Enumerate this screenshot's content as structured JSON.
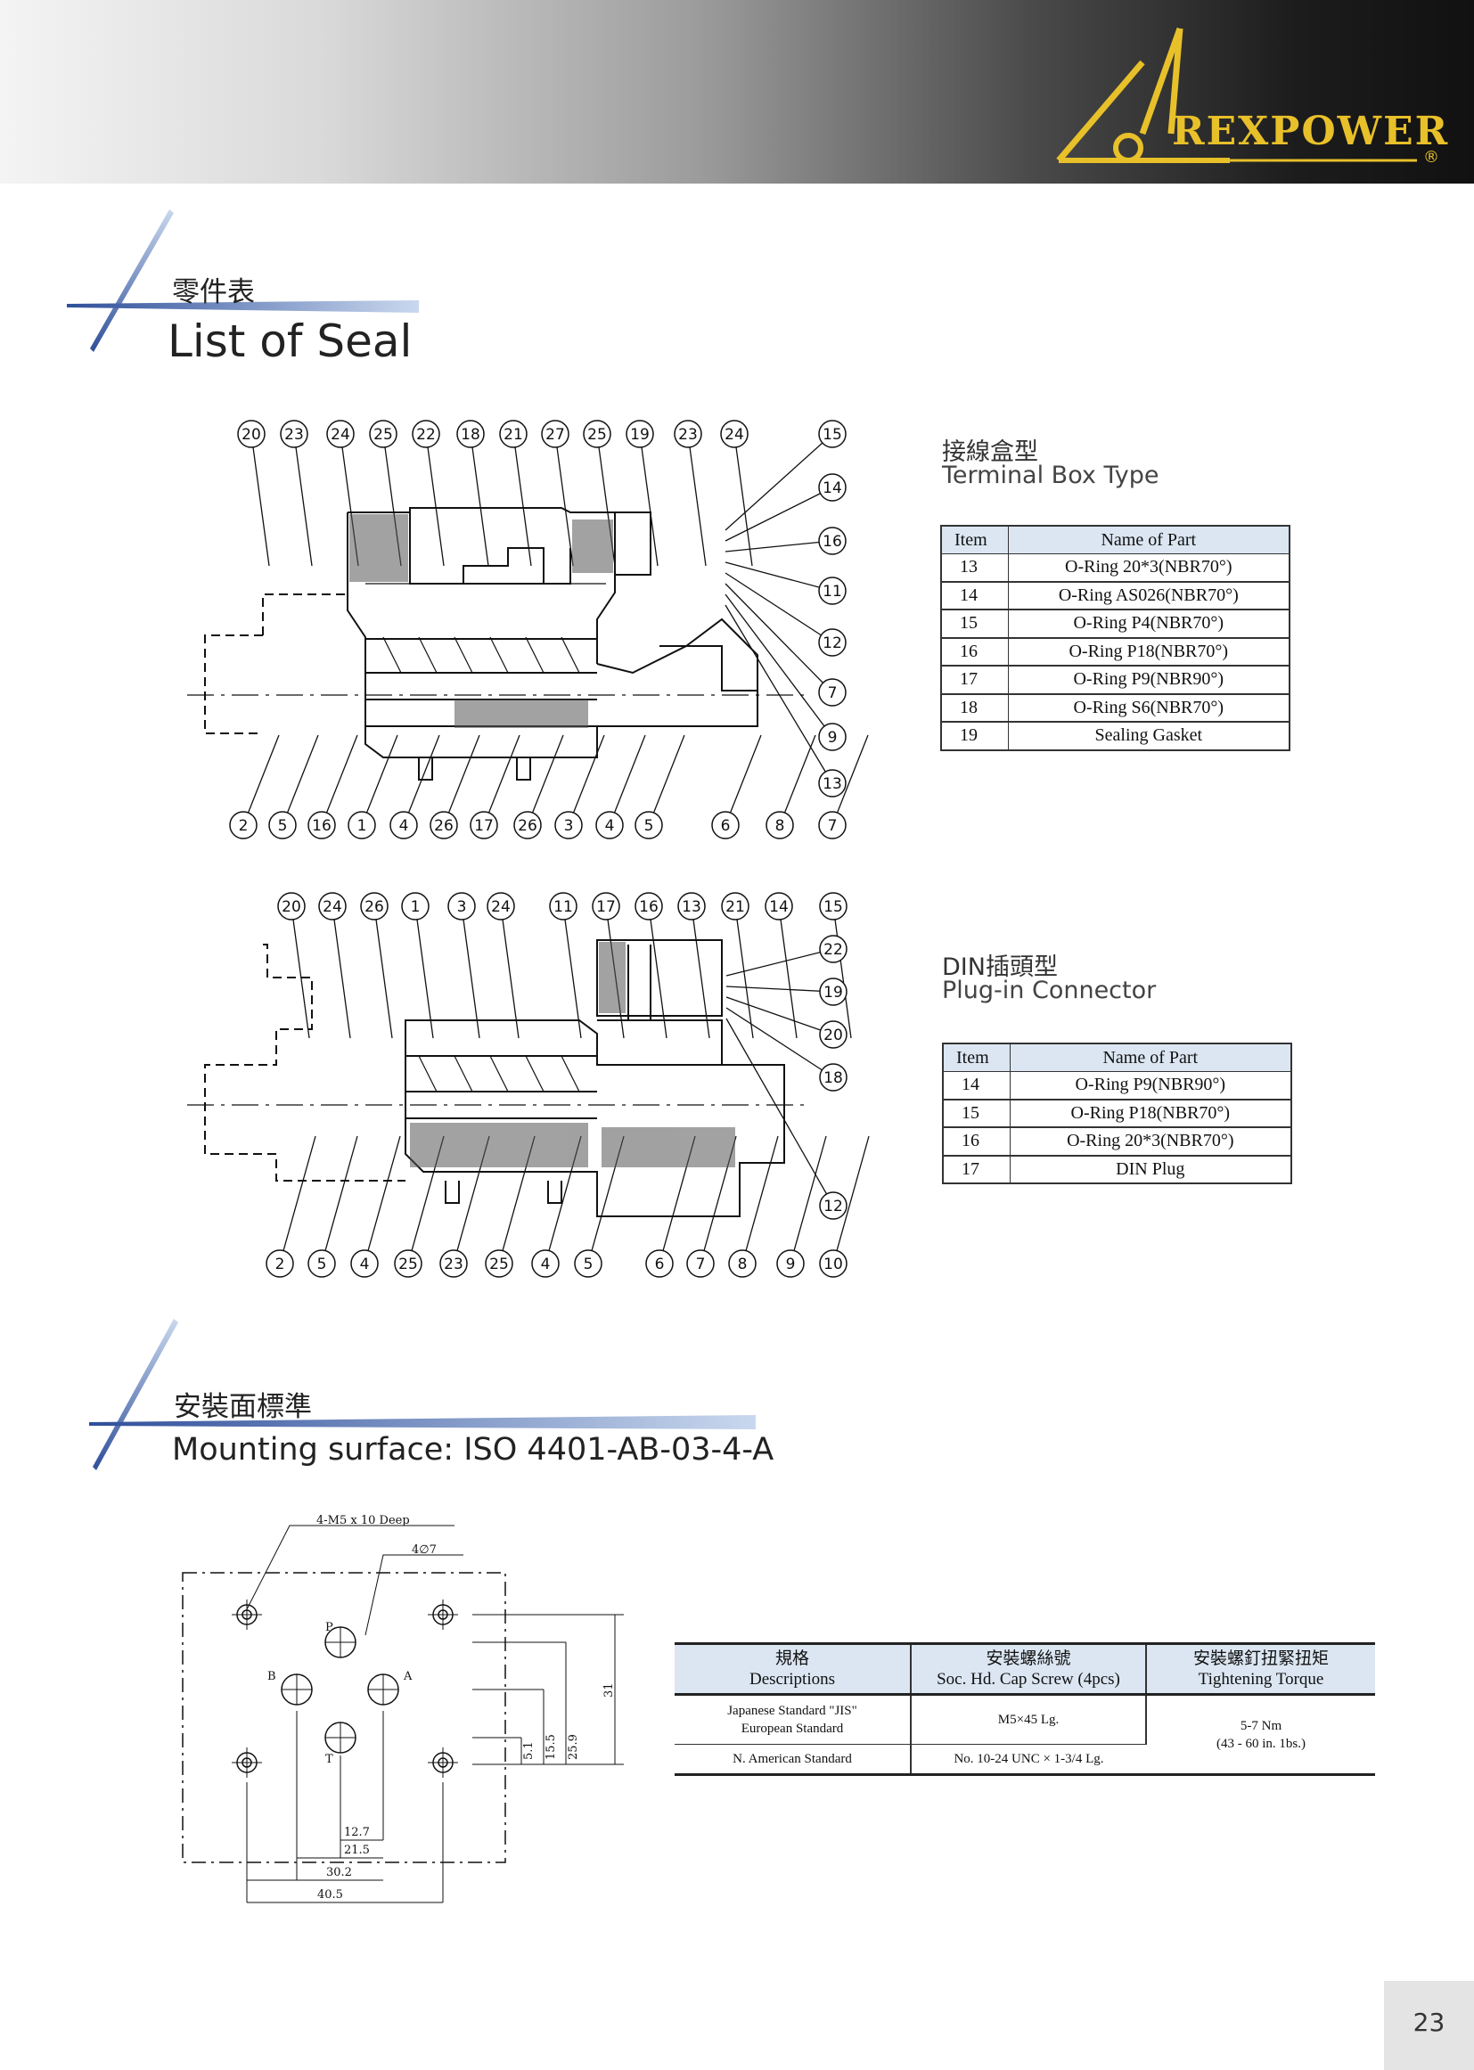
{
  "brand": {
    "name": "REXPOWER",
    "reg": "®",
    "accent": "#e8c02a"
  },
  "seal_section": {
    "title_zh": "零件表",
    "title_en": "List of Seal"
  },
  "terminal_box": {
    "title_zh": "接線盒型",
    "title_en": "Terminal Box Type",
    "headers": [
      "Item",
      "Name of Part"
    ],
    "rows": [
      {
        "item": "13",
        "name": "O-Ring 20*3(NBR70°)"
      },
      {
        "item": "14",
        "name": "O-Ring AS026(NBR70°)"
      },
      {
        "item": "15",
        "name": "O-Ring P4(NBR70°)"
      },
      {
        "item": "16",
        "name": "O-Ring P18(NBR70°)"
      },
      {
        "item": "17",
        "name": "O-Ring P9(NBR90°)"
      },
      {
        "item": "18",
        "name": "O-Ring S6(NBR70°)"
      },
      {
        "item": "19",
        "name": "Sealing Gasket"
      }
    ],
    "balloons_top": [
      "20",
      "23",
      "24",
      "25",
      "22",
      "18",
      "21",
      "27",
      "25",
      "19",
      "23",
      "24"
    ],
    "balloons_right": [
      "15",
      "14",
      "16",
      "11",
      "12",
      "7",
      "9",
      "13"
    ],
    "balloons_bottom": [
      "2",
      "5",
      "16",
      "1",
      "4",
      "26",
      "17",
      "26",
      "3",
      "4",
      "5",
      "6",
      "8",
      "7"
    ]
  },
  "din_connector": {
    "title_zh": "DIN插頭型",
    "title_en": "Plug-in Connector",
    "headers": [
      "Item",
      "Name of Part"
    ],
    "rows": [
      {
        "item": "14",
        "name": "O-Ring P9(NBR90°)"
      },
      {
        "item": "15",
        "name": "O-Ring P18(NBR70°)"
      },
      {
        "item": "16",
        "name": "O-Ring 20*3(NBR70°)"
      },
      {
        "item": "17",
        "name": "DIN Plug"
      }
    ],
    "balloons_top": [
      "20",
      "24",
      "26",
      "1",
      "3",
      "24",
      "11",
      "17",
      "16",
      "13",
      "21",
      "14",
      "15"
    ],
    "balloons_right": [
      "22",
      "19",
      "20",
      "18",
      "12"
    ],
    "balloons_bottom": [
      "2",
      "5",
      "4",
      "25",
      "23",
      "25",
      "4",
      "5",
      "6",
      "7",
      "8",
      "9",
      "10"
    ]
  },
  "mounting": {
    "title_zh": "安裝面標準",
    "title_en": "Mounting surface: ISO 4401-AB-03-4-A",
    "drawing_labels": {
      "thread": "4-M5 x 10 Deep",
      "hole": "4∅7",
      "P": "P",
      "A": "A",
      "B": "B",
      "T": "T"
    },
    "dims_vertical": [
      "5.1",
      "15.5",
      "25.9",
      "31"
    ],
    "dims_horizontal": [
      "12.7",
      "21.5",
      "30.2",
      "40.5"
    ],
    "table": {
      "headers": [
        {
          "zh": "規格",
          "en": "Descriptions"
        },
        {
          "zh": "安裝螺絲號",
          "en": "Soc. Hd. Cap Screw (4pcs)"
        },
        {
          "zh": "安裝螺釘扭緊扭矩",
          "en": "Tightening Torque"
        }
      ],
      "rows": [
        {
          "desc1": "Japanese Standard \"JIS\"",
          "desc2": "European Standard",
          "screw": "M5×45 Lg."
        },
        {
          "desc1": "N. American Standard",
          "screw": "No. 10-24 UNC × 1-3/4 Lg."
        }
      ],
      "torque1": "5-7 Nm",
      "torque2": "(43 - 60 in. 1bs.)"
    }
  },
  "page_number": "23"
}
